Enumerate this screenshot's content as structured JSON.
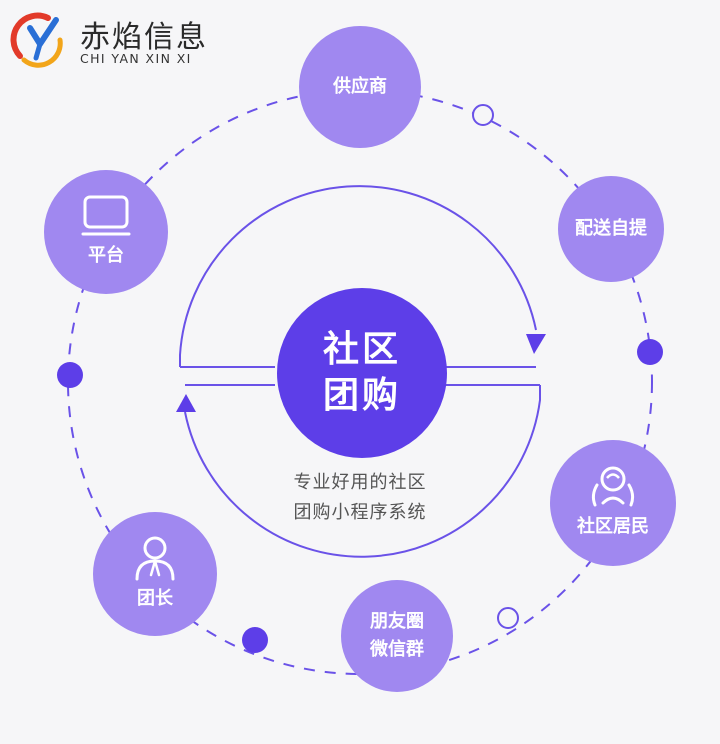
{
  "brand": {
    "name_cn": "赤焰信息",
    "name_en": "CHI YAN XIN XI"
  },
  "center": {
    "line1": "社区",
    "line2": "团购"
  },
  "subtitle": {
    "line1": "专业好用的社区",
    "line2": "团购小程序系统"
  },
  "nodes": {
    "supplier": "供应商",
    "delivery": "配送自提",
    "residents": "社区居民",
    "moments_line1": "朋友圈",
    "moments_line2": "微信群",
    "leader": "团长",
    "platform": "平台"
  },
  "icons": {
    "platform": "monitor-icon",
    "residents": "people-group-icon",
    "leader": "person-icon"
  },
  "colors": {
    "center": "#5d3ee8",
    "node": "#a088f0",
    "line": "#6a52e8"
  }
}
